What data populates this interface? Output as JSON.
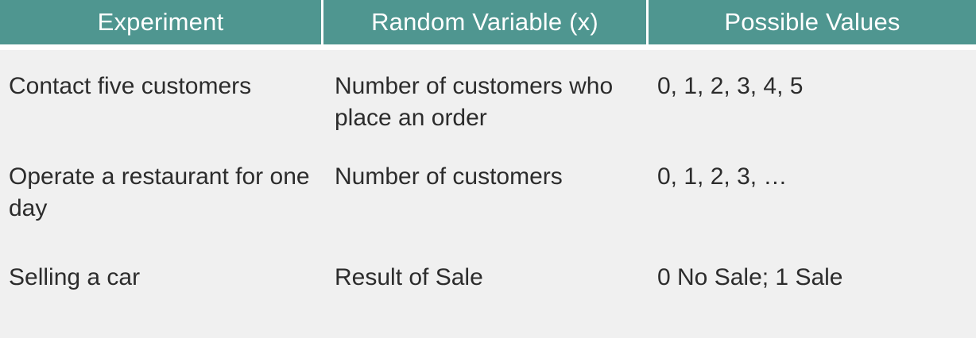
{
  "table": {
    "headers": [
      "Experiment",
      "Random Variable (x)",
      "Possible Values"
    ],
    "rows": [
      {
        "experiment": "Contact five customers",
        "random_variable": "Number of customers who place an order",
        "possible_values": "0, 1, 2, 3, 4, 5"
      },
      {
        "experiment": "Operate a restaurant for one day",
        "random_variable": "Number of customers",
        "possible_values": "0, 1, 2, 3, …"
      },
      {
        "experiment": "Selling a car",
        "random_variable": "Result of Sale",
        "possible_values": "0 No Sale; 1 Sale"
      }
    ]
  },
  "colors": {
    "header_background": "#4f9690",
    "header_text": "#ffffff",
    "body_background": "#f0f0f0",
    "body_text": "#2c2c2c"
  }
}
